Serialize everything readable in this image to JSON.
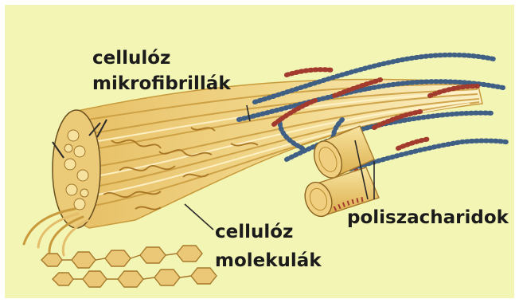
{
  "labels": {
    "microfibrils_line1": "cellulóz",
    "microfibrils_line2": "mikrofibrillák",
    "molecules_line1": "cellulóz",
    "molecules_line2": "molekulák",
    "polysaccharides": "poliszacharidok"
  },
  "colors": {
    "background": "#f3f5b4",
    "fibril": "#e7c169",
    "fibril_dark": "#b88a2c",
    "fibril_light": "#fae9a8",
    "chain_blue": "#3f5f85",
    "chain_red": "#a33a2e",
    "text": "#1b1b1b"
  }
}
